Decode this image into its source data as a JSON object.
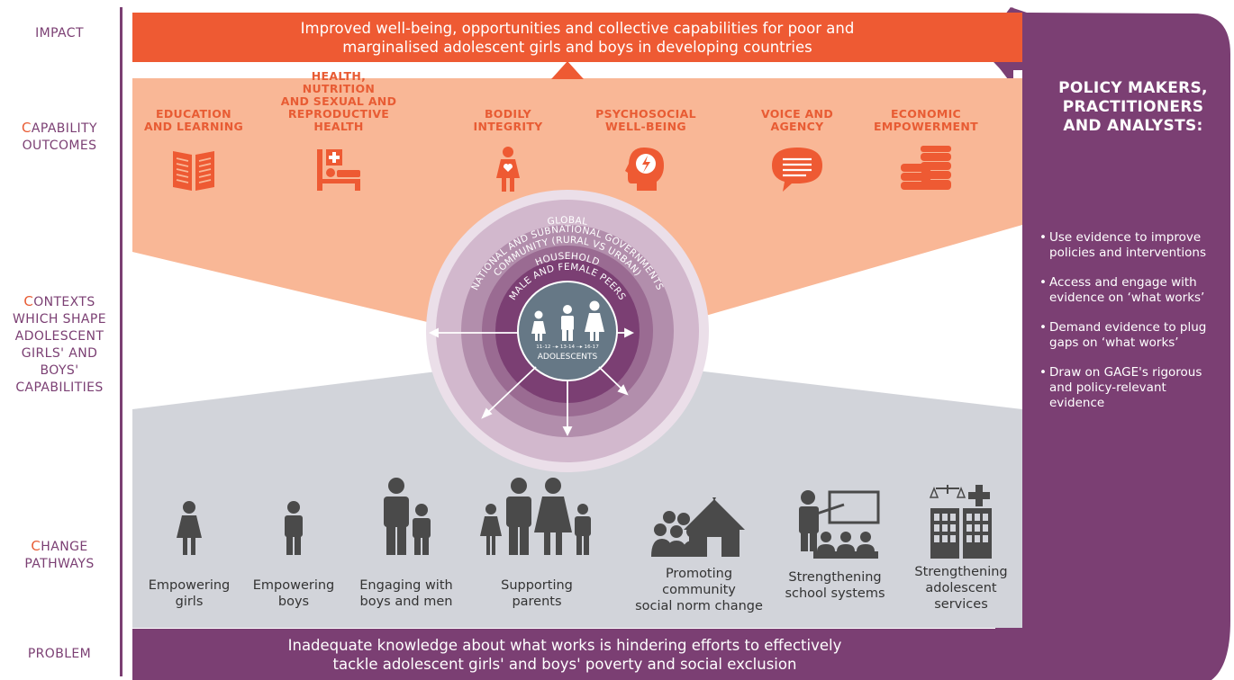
{
  "row_labels": {
    "impact": "IMPACT",
    "capability_lead": "C",
    "capability_rest": "APABILITY",
    "capability_line2": "OUTCOMES",
    "contexts_lead": "C",
    "contexts_rest": "ONTEXTS",
    "contexts_lines": [
      "WHICH SHAPE",
      "ADOLESCENT",
      "GIRLS' AND",
      "BOYS'",
      "CAPABILITIES"
    ],
    "change_lead": "C",
    "change_rest": "HANGE",
    "change_line2": "PATHWAYS",
    "problem": "PROBLEM"
  },
  "impact_text": [
    "Improved well-being, opportunities and collective capabilities for poor and",
    "marginalised adolescent girls and boys in developing countries"
  ],
  "outcomes": [
    {
      "label": [
        "EDUCATION",
        "AND LEARNING"
      ],
      "icon": "book-icon"
    },
    {
      "label": [
        "HEALTH, NUTRITION",
        "AND SEXUAL AND",
        "REPRODUCTIVE HEALTH"
      ],
      "icon": "hospital-bed-icon"
    },
    {
      "label": [
        "BODILY",
        "INTEGRITY"
      ],
      "icon": "girl-heart-icon"
    },
    {
      "label": [
        "PSYCHOSOCIAL",
        "WELL-BEING"
      ],
      "icon": "head-brain-icon"
    },
    {
      "label": [
        "VOICE AND",
        "AGENCY"
      ],
      "icon": "speech-bubble-icon"
    },
    {
      "label": [
        "ECONOMIC",
        "EMPOWERMENT"
      ],
      "icon": "coin-stack-icon"
    }
  ],
  "rings": {
    "global": "GLOBAL",
    "national": "NATIONAL AND SUBNATIONAL GOVERNMENTS",
    "community": "COMMUNITY (RURAL VS URBAN)",
    "household": "HOUSEHOLD",
    "peers": "MALE AND FEMALE PEERS",
    "ages": "11-12 --▸ 13-14 --▸ 16-17",
    "center": "ADOLESCENTS"
  },
  "pathways": [
    {
      "label": [
        "Empowering",
        "girls"
      ],
      "icon": "girl-icon"
    },
    {
      "label": [
        "Empowering",
        "boys"
      ],
      "icon": "boy-icon"
    },
    {
      "label": [
        "Engaging with",
        "boys and men"
      ],
      "icon": "man-and-boy-icon"
    },
    {
      "label": [
        "Supporting",
        "parents"
      ],
      "icon": "family-icon"
    },
    {
      "label": [
        "Promoting",
        "community",
        "social norm change"
      ],
      "icon": "community-icon"
    },
    {
      "label": [
        "Strengthening",
        "school systems"
      ],
      "icon": "classroom-icon"
    },
    {
      "label": [
        "Strengthening",
        "adolescent",
        "services"
      ],
      "icon": "services-building-icon"
    }
  ],
  "problem_text": [
    "Inadequate knowledge about what works is hindering efforts to effectively",
    "tackle adolescent girls' and boys' poverty and social exclusion"
  ],
  "side": {
    "title": [
      "POLICY MAKERS,",
      "PRACTITIONERS",
      "AND ANALYSTS:"
    ],
    "bullets": [
      "Use evidence to improve policies and interventions",
      "Access and engage with evidence on ‘what works’",
      "Demand evidence to plug gaps on ‘what works’",
      "Draw on GAGE's rigorous and policy-relevant evidence"
    ]
  },
  "colors": {
    "orange": "#ee5a33",
    "peach": "#f9b796",
    "grey": "#d2d4da",
    "purple": "#7b3f73"
  }
}
